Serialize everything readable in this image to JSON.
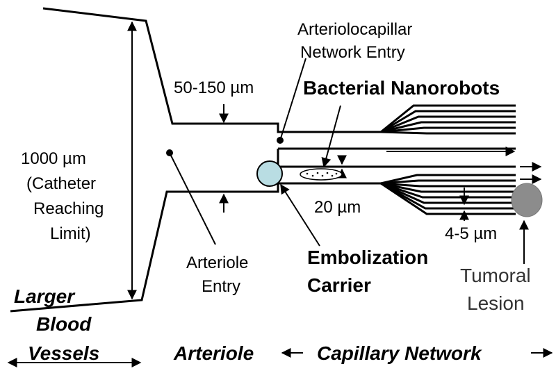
{
  "labels": {
    "arteriolocapillar_line1": "Arteriolocapillar",
    "arteriolocapillar_line2": "Network Entry",
    "arteriole_width": "50-150 µm",
    "bacterial_nanorobots": "Bacterial Nanorobots",
    "catheter_line1": "1000 µm",
    "catheter_line2": "(Catheter",
    "catheter_line3": "Reaching",
    "catheter_line4": "Limit)",
    "capillary_width": "20 µm",
    "small_capillary_width": "4-5 µm",
    "arteriole_entry_line1": "Arteriole",
    "arteriole_entry_line2": "Entry",
    "embolization_line1": "Embolization",
    "embolization_line2": "Carrier",
    "tumoral_line1": "Tumoral",
    "tumoral_line2": "Lesion",
    "larger_line1": "Larger",
    "larger_line2": "Blood",
    "larger_line3": "Vessels",
    "arteriole_region": "Arteriole",
    "capillary_region": "Capillary Network"
  },
  "colors": {
    "embolization_carrier": "#b9dde3",
    "tumoral_lesion": "#8c8c8c"
  }
}
